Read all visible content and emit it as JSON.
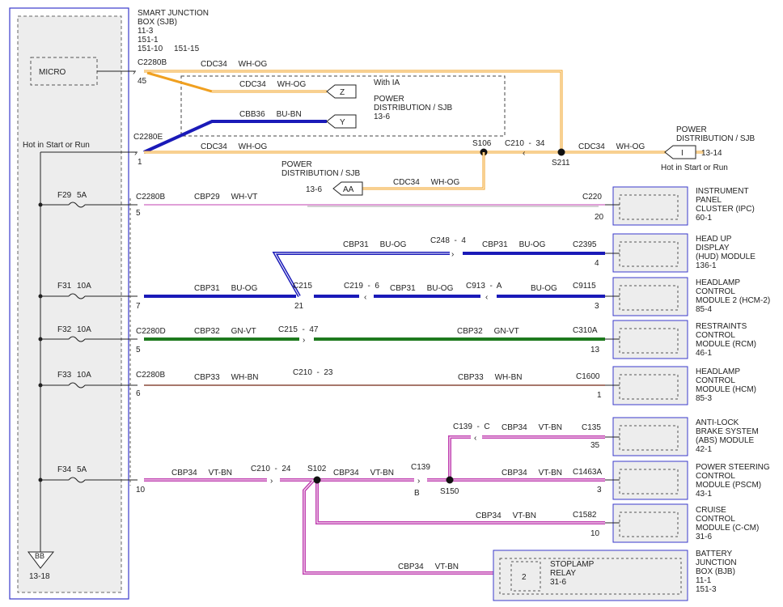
{
  "sjb": {
    "title_lines": [
      "SMART JUNCTION",
      "BOX (SJB)",
      "11-3",
      "151-1",
      "151-10     151-15"
    ],
    "micro": "MICRO",
    "hot_label": "Hot in Start or Run",
    "bottom_ground": "BB",
    "bottom_ref": "13-18",
    "fuses": [
      {
        "name": "F29",
        "rating": "5A"
      },
      {
        "name": "F31",
        "rating": "10A"
      },
      {
        "name": "F32",
        "rating": "10A"
      },
      {
        "name": "F33",
        "rating": "10A"
      },
      {
        "name": "F34",
        "rating": "5A"
      }
    ]
  },
  "connectors": {
    "c2280b_top": "C2280B",
    "pin_45": "45",
    "c2280e": "C2280E",
    "pin_1": "1",
    "c2280b_f29": "C2280B",
    "pin_5a": "5",
    "pin_7": "7",
    "c2280d": "C2280D",
    "pin_5b": "5",
    "c2280b_f33": "C2280B",
    "pin_6": "6",
    "pin_10": "10"
  },
  "ia_box": {
    "with_ia": "With IA",
    "pd_lines": [
      "POWER",
      "DISTRIBUTION / SJB",
      "13-6"
    ],
    "z": "Z",
    "y": "Y"
  },
  "wires": {
    "cdc34_top": "CDC34     WH-OG",
    "cdc34_z": "CDC34     WH-OG",
    "cbb36": "CBB36     BU-BN",
    "cdc34_mid": "CDC34     WH-OG",
    "c210_34": "C210  -  34",
    "cdc34_right": "CDC34     WH-OG",
    "cdc34_aa": "CDC34     WH-OG",
    "cbp29": "CBP29     WH-VT",
    "cbp31_left": "CBP31     BU-OG",
    "cbp31_upper1": "CBP31     BU-OG",
    "c248_4": "C248  -  4",
    "cbp31_upper2": "CBP31     BU-OG",
    "c219_6": "C219  -  6",
    "cbp31_mid": "CBP31     BU-OG",
    "c913_a": "C913  -  A",
    "buog_right": "BU-OG",
    "cbp32_left": "CBP32     GN-VT",
    "c215_47": "C215  -  47",
    "cbp32_right": "CBP32     GN-VT",
    "cbp33_left": "CBP33     WH-BN",
    "c210_23": "C210  -  23",
    "cbp33_right": "CBP33     WH-BN",
    "cbp34_left": "CBP34     VT-BN",
    "c210_24": "C210  -  24",
    "cbp34_s102": "CBP34     VT-BN",
    "c139": "C139",
    "c139_b": "B",
    "c139_c": "C139  -  C",
    "cbp34_abs": "CBP34     VT-BN",
    "cbp34_pscm": "CBP34     VT-BN",
    "cbp34_ccm": "CBP34     VT-BN",
    "cbp34_bjb": "CBP34     VT-BN"
  },
  "splices": {
    "s106": "S106",
    "s211": "S211",
    "s102": "S102",
    "s150": "S150",
    "c215": "C215",
    "c215_pin": "21"
  },
  "power_dist_right": {
    "lines": [
      "POWER",
      "DISTRIBUTION / SJB"
    ],
    "terminal": "I",
    "ref": "13-14",
    "hot_label": "Hot in Start or Run"
  },
  "power_dist_mid": {
    "lines": [
      "POWER",
      "DISTRIBUTION / SJB"
    ],
    "ref": "13-6",
    "terminal": "AA"
  },
  "modules": [
    {
      "connector": "C220",
      "pin": "20",
      "lines": [
        "INSTRUMENT",
        "PANEL",
        "CLUSTER (IPC)",
        "60-1"
      ]
    },
    {
      "connector": "C2395",
      "pin": "4",
      "lines": [
        "HEAD UP",
        "DISPLAY",
        "(HUD) MODULE",
        "136-1"
      ]
    },
    {
      "connector": "C9115",
      "pin": "3",
      "lines": [
        "HEADLAMP",
        "CONTROL",
        "MODULE 2 (HCM-2)",
        "85-4"
      ]
    },
    {
      "connector": "C310A",
      "pin": "13",
      "lines": [
        "RESTRAINTS",
        "CONTROL",
        "MODULE (RCM)",
        "46-1"
      ]
    },
    {
      "connector": "C1600",
      "pin": "1",
      "lines": [
        "HEADLAMP",
        "CONTROL",
        "MODULE (HCM)",
        "85-3"
      ]
    },
    {
      "connector": "C135",
      "pin": "35",
      "lines": [
        "ANTI-LOCK",
        "BRAKE SYSTEM",
        "(ABS) MODULE",
        "42-1"
      ]
    },
    {
      "connector": "C1463A",
      "pin": "3",
      "lines": [
        "POWER STEERING",
        "CONTROL",
        "MODULE (PSCM)",
        "43-1"
      ]
    },
    {
      "connector": "C1582",
      "pin": "10",
      "lines": [
        "CRUISE",
        "CONTROL",
        "MODULE (C-CM)",
        "31-6"
      ]
    }
  ],
  "bjb": {
    "lines": [
      "BATTERY",
      "JUNCTION",
      "BOX (BJB)",
      "11-1",
      "151-3"
    ],
    "relay_lines": [
      "STOPLAMP",
      "RELAY",
      "31-6"
    ],
    "relay_pin": "2"
  },
  "colors": {
    "orange": "#f0a020",
    "blue": "#1a1ab8",
    "green": "#1e7a1e",
    "pink": "#d070c8",
    "violet_pink": "#c040b0",
    "brown": "#8a4a3a",
    "module_border": "#3a3acc"
  }
}
